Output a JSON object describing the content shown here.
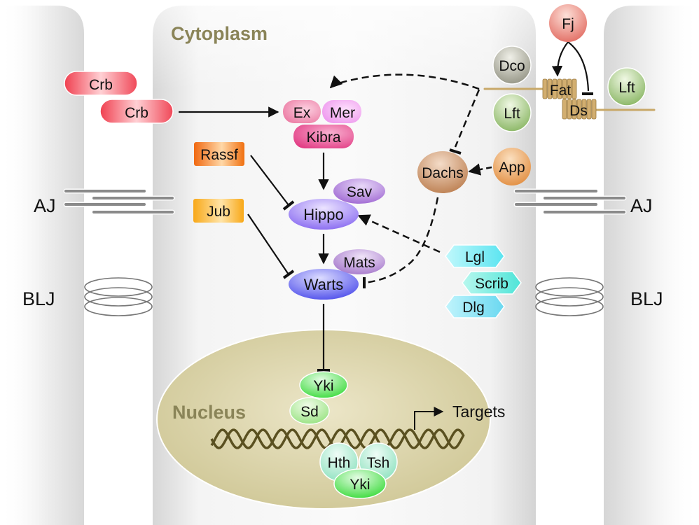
{
  "diagram": {
    "title": "Hippo signaling pathway",
    "compartments": {
      "cytoplasm": "Cytoplasm",
      "nucleus": "Nucleus"
    },
    "junctions": {
      "aj_left": "AJ",
      "aj_right": "AJ",
      "blj_left": "BLJ",
      "blj_right": "BLJ"
    },
    "nodes": {
      "crb1": "Crb",
      "crb2": "Crb",
      "ex": "Ex",
      "mer": "Mer",
      "kibra": "Kibra",
      "rassf": "Rassf",
      "jub": "Jub",
      "sav": "Sav",
      "hippo": "Hippo",
      "mats": "Mats",
      "warts": "Warts",
      "dachs": "Dachs",
      "app": "App",
      "dco": "Dco",
      "lft_left": "Lft",
      "lft_right": "Lft",
      "fj": "Fj",
      "fat": "Fat",
      "ds": "Ds",
      "lgl": "Lgl",
      "scrib": "Scrib",
      "dlg": "Dlg",
      "yki_top": "Yki",
      "sd": "Sd",
      "hth": "Hth",
      "tsh": "Tsh",
      "yki_bottom": "Yki",
      "targets": "Targets"
    },
    "edges": [
      {
        "from": "Crb",
        "to": "Ex/Mer/Kibra",
        "type": "activation",
        "style": "solid"
      },
      {
        "from": "Fat",
        "to": "Ex/Mer/Kibra",
        "type": "activation",
        "style": "dashed"
      },
      {
        "from": "Fat",
        "to": "Dachs",
        "type": "inhibition",
        "style": "dashed"
      },
      {
        "from": "App",
        "to": "Dachs",
        "type": "activation",
        "style": "dashed"
      },
      {
        "from": "Dachs",
        "to": "Warts",
        "type": "inhibition",
        "style": "dashed"
      },
      {
        "from": "Lgl/Scrib/Dlg",
        "to": "Hippo",
        "type": "activation",
        "style": "dashed"
      },
      {
        "from": "Kibra",
        "to": "Hippo",
        "type": "activation",
        "style": "solid"
      },
      {
        "from": "Rassf",
        "to": "Hippo",
        "type": "inhibition",
        "style": "solid"
      },
      {
        "from": "Hippo",
        "to": "Warts",
        "type": "activation",
        "style": "solid"
      },
      {
        "from": "Jub",
        "to": "Warts",
        "type": "inhibition",
        "style": "solid"
      },
      {
        "from": "Warts",
        "to": "Yki",
        "type": "inhibition",
        "style": "solid"
      },
      {
        "from": "Fj",
        "to": "Fat",
        "type": "activation",
        "style": "solid"
      },
      {
        "from": "Fj",
        "to": "Ds",
        "type": "inhibition",
        "style": "solid"
      },
      {
        "from": "DNA",
        "to": "Targets",
        "type": "transcription",
        "style": "solid"
      }
    ],
    "colors": {
      "crb": "#f0505a",
      "ex": "#f080a8",
      "mer": "#f0a0f0",
      "kibra": "#e8508c",
      "rassf": "#f07818",
      "jub": "#f8b020",
      "sav": "#a070d8",
      "hippo": "#8f6ff0",
      "warts": "#5a5af0",
      "dachs": "#c89068",
      "app": "#e89848",
      "dco": "#a8a898",
      "lft": "#98c070",
      "fj": "#e87868",
      "fat_ds": "#c8a060",
      "lgl_scrib_dlg": "#70e8f0",
      "yki": "#40d840",
      "sd": "#a8e890",
      "hth_tsh": "#a0e8c8",
      "nucleus": "#d8d0a0",
      "dna": "#5a5020",
      "compartment_label": "#8a8458"
    }
  }
}
